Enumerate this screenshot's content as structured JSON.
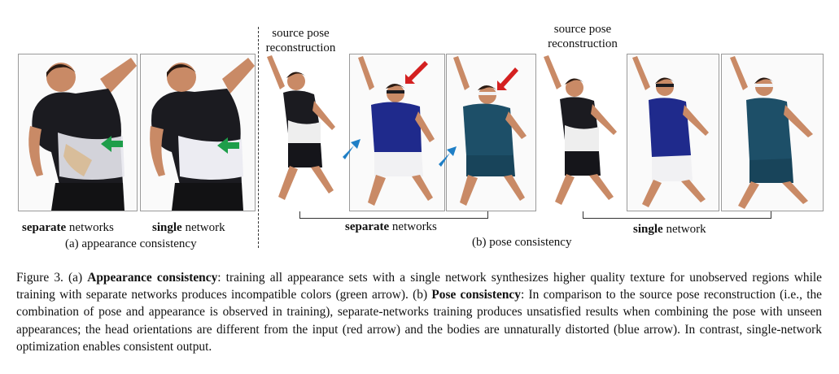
{
  "labels": {
    "separate_bold": "separate",
    "separate_rest": "networks",
    "single_bold": "single",
    "single_rest": "network",
    "sub_a": "(a) appearance consistency",
    "source_pose_line1": "source pose",
    "source_pose_line2": "reconstruction",
    "sep_b_bold": "separate",
    "sep_b_rest": "networks",
    "sub_b": "(b) pose consistency",
    "single_b_bold": "single",
    "single_b_rest": "network"
  },
  "caption": {
    "prefix": "Figure 3. (a)",
    "bold1": "Appearance consistency",
    "text1": ": training all appearance sets with a single network synthesizes higher quality texture for unobserved regions while training with separate networks produces incompatible colors (green arrow). (b)",
    "bold2": "Pose consistency",
    "text2": ": In comparison to the source pose reconstruction (i.e., the combination of pose and appearance is observed in training), separate-networks training produces unsatisfied results when combining the pose with unseen appearances; the head orientations are different from the input (red arrow) and the bodies are unnaturally distorted (blue arrow). In contrast, single-network optimization enables consistent output."
  },
  "colors": {
    "green_arrow": "#1e9e4a",
    "red_arrow": "#d42020",
    "blue_arrow": "#1f7fc6",
    "navy_shirt": "#1f2a8c",
    "teal_shirt": "#1d4f68",
    "black_shirt": "#1b1b20",
    "skin": "#c98a66",
    "hair": "#2a1a12"
  },
  "icons": [
    "green-arrow-icon",
    "red-arrow-icon",
    "blue-arrow-icon"
  ]
}
